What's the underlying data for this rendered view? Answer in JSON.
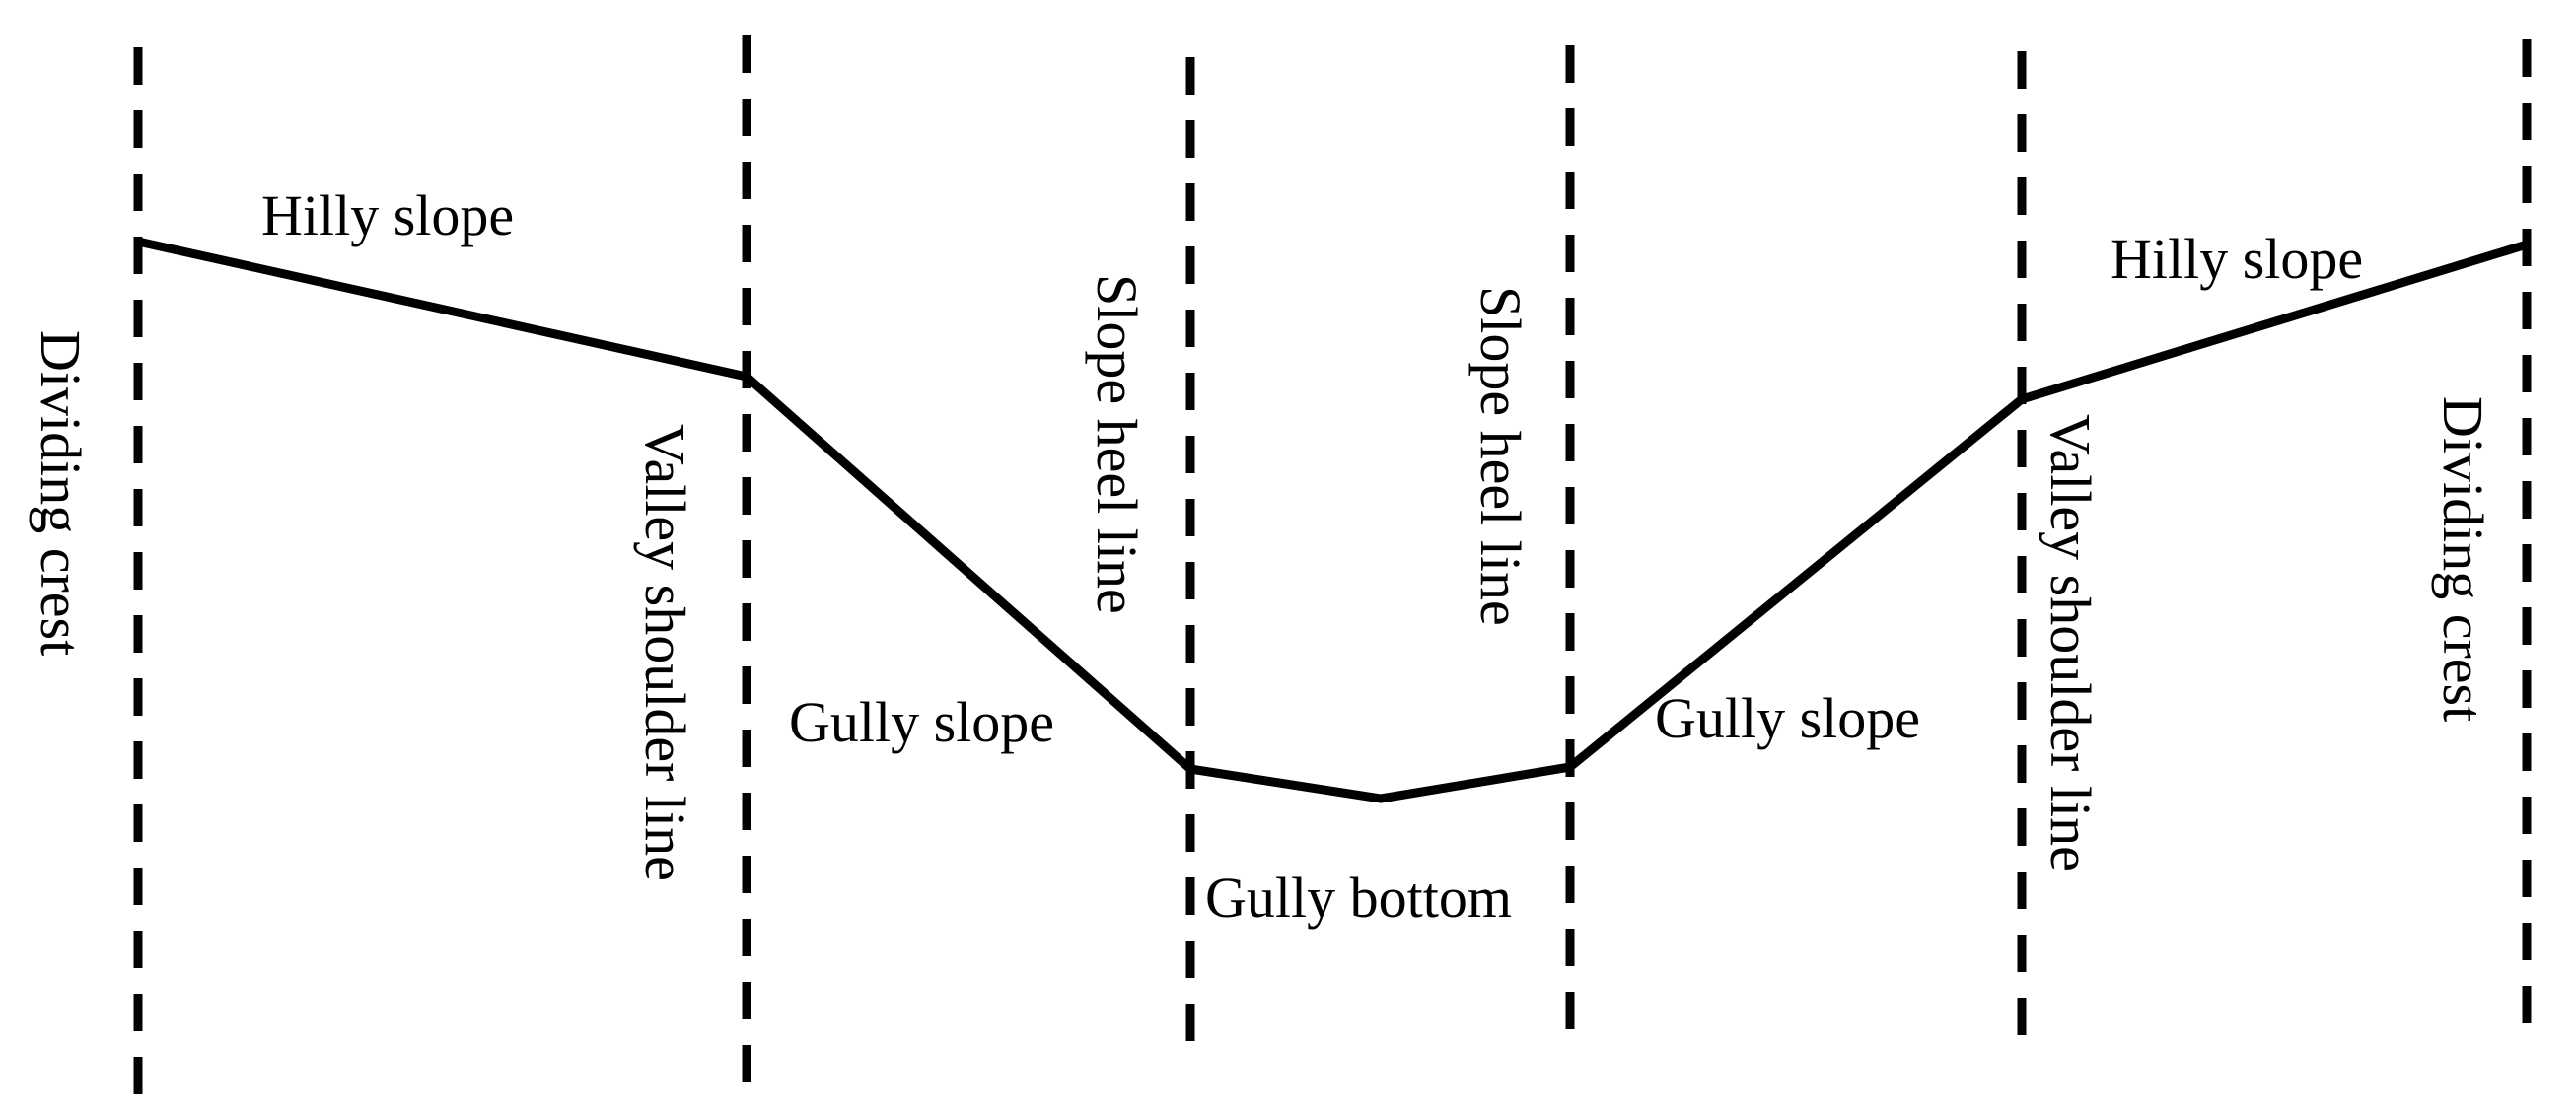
{
  "labels": {
    "dividing_crest_left": "Dividing crest",
    "valley_shoulder_left": "Valley shoulder line",
    "slope_heel_left": "Slope heel line",
    "slope_heel_right": "Slope heel line",
    "valley_shoulder_right": "Valley shoulder line",
    "dividing_crest_right": "Dividing crest",
    "hilly_slope_left": "Hilly slope",
    "hilly_slope_right": "Hilly slope",
    "gully_slope_left": "Gully slope",
    "gully_slope_right": "Gully slope",
    "gully_bottom": "Gully bottom"
  },
  "colors": {
    "line": "#000000",
    "background": "#ffffff"
  }
}
